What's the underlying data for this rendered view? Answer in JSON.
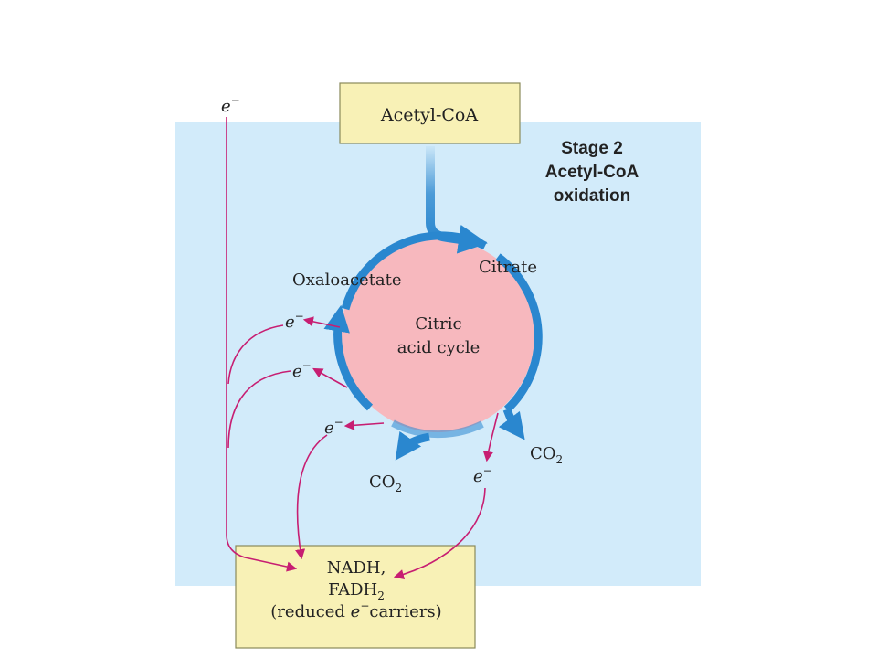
{
  "acetyl_coa": "Acetyl-CoA",
  "stage": {
    "line1": "Stage 2",
    "line2": "Acetyl-CoA",
    "line3": "oxidation"
  },
  "cycle": {
    "line1": "Citric",
    "line2": "acid cycle"
  },
  "intermediates": {
    "oxaloacetate": "Oxaloacetate",
    "citrate": "Citrate"
  },
  "products": {
    "co2_label": "CO",
    "co2_subscript": "2"
  },
  "electron": {
    "symbol": "e",
    "charge": "−"
  },
  "carriers": {
    "line1": "NADH,",
    "line2_main": "FADH",
    "line2_sub": "2",
    "line3_open": "(reduced ",
    "line3_e": "e",
    "line3_charge": "−",
    "line3_close": "carriers)"
  },
  "colors": {
    "background_panel": "#d2ebfa",
    "box_fill": "#f8f1b6",
    "cycle_fill": "#f7b8be",
    "cycle_stroke": "#2a87cf",
    "electron_arrow": "#c71e72"
  }
}
